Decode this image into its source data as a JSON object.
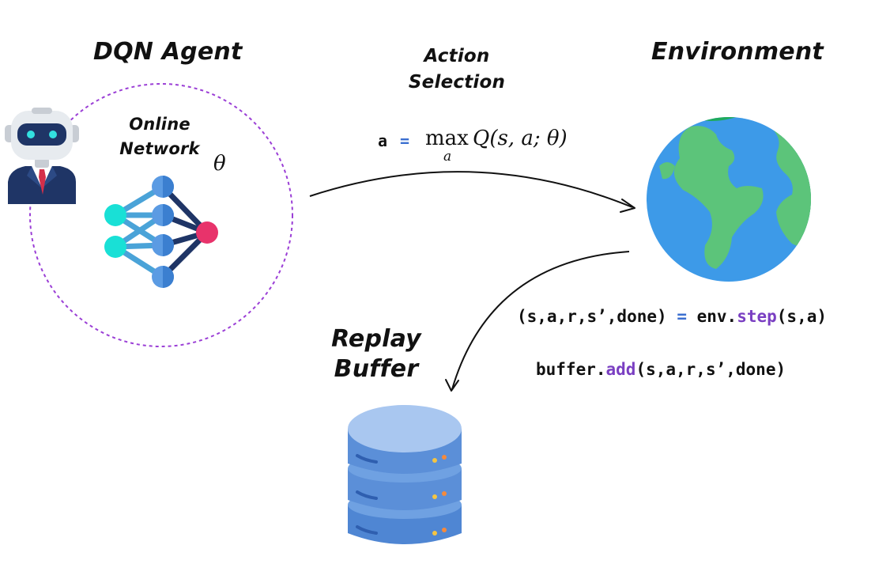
{
  "labels": {
    "agent_title": "DQN Agent",
    "action_selection_line1": "Action",
    "action_selection_line2": "Selection",
    "environment_title": "Environment",
    "online_line1": "Online",
    "online_line2": "Network",
    "theta_symbol": "θ",
    "replay_line1": "Replay",
    "replay_line2": "Buffer"
  },
  "equations": {
    "action": {
      "lhs": "a",
      "eq": "=",
      "op": "max",
      "op_sub": "a",
      "body": "Q(s, a; θ)"
    },
    "step": {
      "lhs": "(s,a,r,s’,done)",
      "eq": "=",
      "obj": "env.",
      "method": "step",
      "args": "(s,a)"
    },
    "add": {
      "obj": "buffer.",
      "method": "add",
      "args": "(s,a,r,s’,done)"
    }
  },
  "colors": {
    "dashed_circle": "#9b3fd6",
    "keyword_blue": "#3b6fd0",
    "method_purple": "#7a3fc2",
    "globe_ocean": "#3d9ae8",
    "globe_land": "#5cc47a",
    "db_blue": "#5b8fd8",
    "nn_cyan": "#19e0d6",
    "nn_blue": "#5b9be3",
    "nn_pink": "#e8336b"
  },
  "icons": [
    "robot-agent-icon",
    "neural-network-icon",
    "globe-icon",
    "database-icon"
  ]
}
